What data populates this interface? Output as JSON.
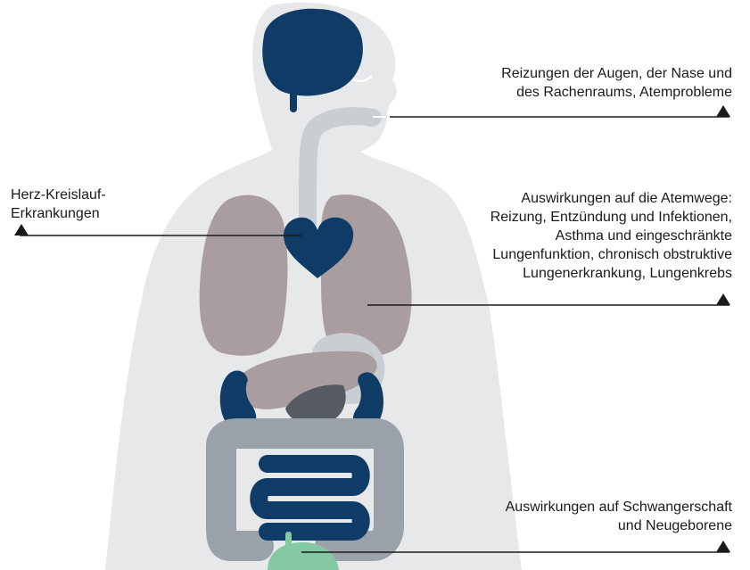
{
  "annotations": {
    "eyes_nose_throat": "Reizungen der Augen, der Nase und\ndes Rachenraums, Atemprobleme",
    "cardiovascular": "Herz-Kreislauf-\nErkrankungen",
    "respiratory": "Auswirkungen auf die Atemwege:\nReizung, Entzündung und Infektionen,\nAsthma und eingeschränkte\nLungenfunktion, chronisch obstruktive\nLungenerkrankung, Lungenkrebs",
    "pregnancy": "Auswirkungen auf Schwangerschaft\nund Neugeborene"
  },
  "colors": {
    "body": "#e6e8ea",
    "airway": "#c9ced3",
    "lungs": "#a99d9f",
    "liver": "#a99d9f",
    "heart": "#0f3c66",
    "brain": "#0f3c66",
    "kidneys": "#0f3c66",
    "intestine_small": "#0f3c66",
    "intestine_large": "#9aa1a9",
    "stomach": "#c9ced3",
    "spleen": "#555a63",
    "bladder": "#84c9a3",
    "leader_lines": "#1a1a1a"
  }
}
